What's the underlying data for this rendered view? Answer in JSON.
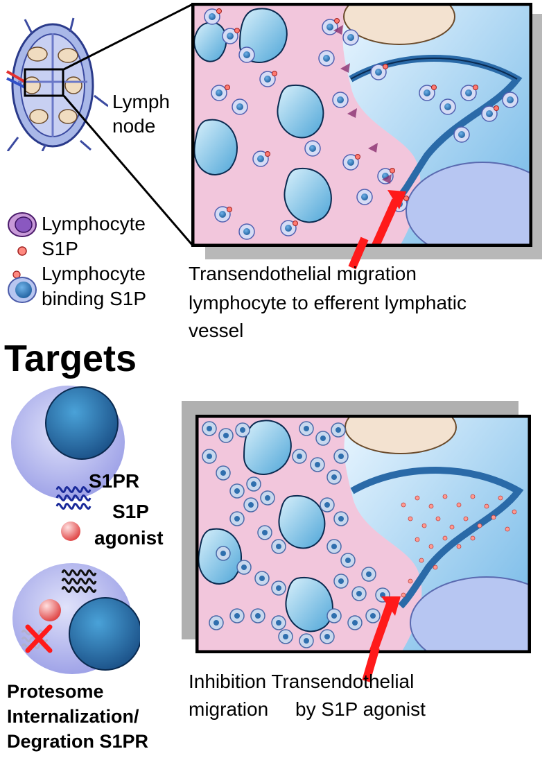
{
  "lymph_node_label_line1": "Lymph",
  "lymph_node_label_line2": "node",
  "legend": {
    "lymphocyte": "Lymphocyte",
    "s1p": "S1P",
    "binding_line1": "Lymphocyte",
    "binding_line2": "binding S1P"
  },
  "caption_top_line1": "Transendothelial migration",
  "caption_top_line2": "lymphocyte to  efferent lymphatic",
  "caption_top_line3": "vessel",
  "targets_heading": "Targets",
  "receptor_label": "S1PR",
  "agonist_line1": "S1P",
  "agonist_line2": "agonist",
  "protesome_line1": "Protesome",
  "protesome_line2": "Internalization/",
  "protesome_line3": "Degration S1PR",
  "caption_bottom_line1": "Inhibition Transendothelial",
  "caption_bottom_line2": "migration     by S1P agonist",
  "colors": {
    "tissue_pink": "#f2c6dc",
    "vessel_blue": "#7fc0e6",
    "cell_blue": "#2f6fae",
    "arrow_red": "#ff1a1a",
    "frame": "#000000"
  }
}
